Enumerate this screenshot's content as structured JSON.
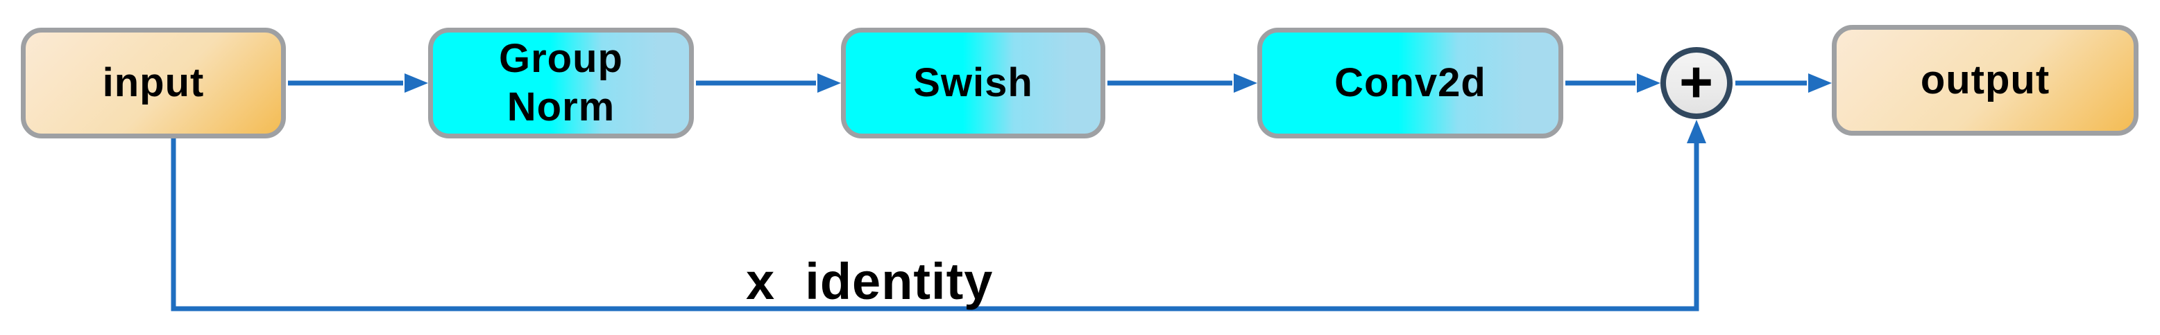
{
  "diagram": {
    "nodes": [
      {
        "id": "input",
        "label": "input"
      },
      {
        "id": "group-norm",
        "label": "Group",
        "label2": "Norm"
      },
      {
        "id": "swish",
        "label": "Swish"
      },
      {
        "id": "conv2d",
        "label": "Conv2d"
      },
      {
        "id": "sum",
        "label": "+"
      },
      {
        "id": "output",
        "label": "output"
      }
    ],
    "edges": [
      {
        "from": "input",
        "to": "group-norm"
      },
      {
        "from": "group-norm",
        "to": "swish"
      },
      {
        "from": "swish",
        "to": "conv2d"
      },
      {
        "from": "conv2d",
        "to": "sum"
      },
      {
        "from": "sum",
        "to": "output"
      },
      {
        "from": "input",
        "to": "sum",
        "style": "skip",
        "label": "x  identity"
      }
    ]
  },
  "colors": {
    "arrow-blue": "#1F6EC0",
    "border-gray": "#9EA0A3",
    "node-text": "#000000",
    "cool-left": "#00FEFE",
    "cool-mid": "#8FE0F4",
    "cool-right": "#A6DBEF",
    "warm-light": "#FBEAD4",
    "warm-mid": "#F8DFB2",
    "warm-dark": "#F4BC54",
    "sum-border": "#31485F",
    "sum-fill": "#EBEBEB"
  }
}
